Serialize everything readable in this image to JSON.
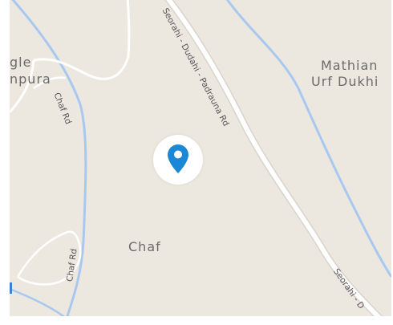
{
  "places": {
    "chhapra_partial": "gle",
    "patanpura_partial": "npura",
    "mathian_line1": "Mathian",
    "mathian_line2": "Urf Dukhi",
    "chaf": "Chaf"
  },
  "roads": {
    "chaf_rd_upper": "Chaf Rd",
    "chaf_rd_lower": "Chaf Rd",
    "seorahi_dudahi_padrauna_rd": "Seorahi - Dudahi - Padrauna Rd",
    "seorahi_lower": "Seorahi - D"
  },
  "marker": {
    "icon": "location-pin-icon",
    "color": "#1a88d4"
  },
  "colors": {
    "land": "#ece8e0",
    "water": "#a8c8f0",
    "road": "#ffffff",
    "road_outline": "#d8d4cc"
  }
}
